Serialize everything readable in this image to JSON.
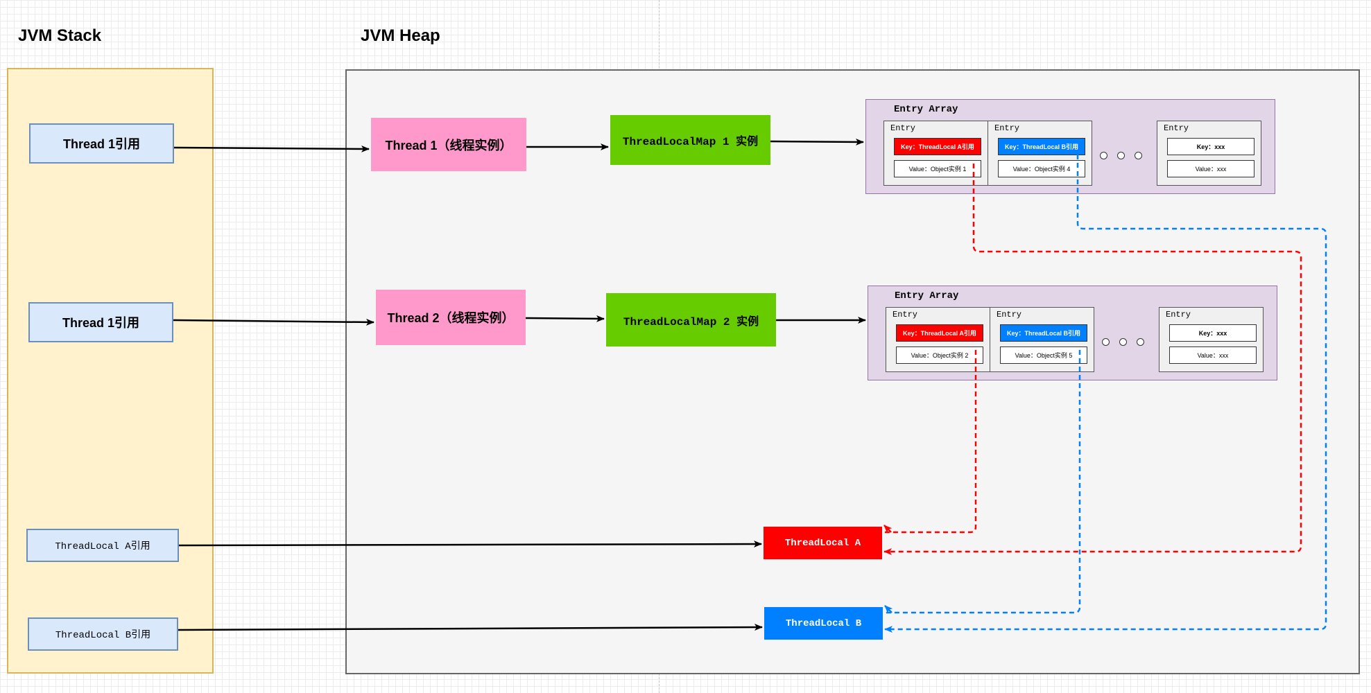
{
  "headers": {
    "stack": "JVM Stack",
    "heap": "JVM Heap"
  },
  "stack_refs": [
    "Thread 1引用",
    "Thread 1引用",
    "ThreadLocal A引用",
    "ThreadLocal B引用"
  ],
  "threads": [
    "Thread 1（线程实例）",
    "Thread 2（线程实例）"
  ],
  "maps": [
    "ThreadLocalMap 1 实例",
    "ThreadLocalMap 2 实例"
  ],
  "entry_array_label": "Entry Array",
  "entry_label": "Entry",
  "array1": {
    "entry_a": {
      "key": "Key：ThreadLocal A引用",
      "value": "Value：Object实例 1"
    },
    "entry_b": {
      "key": "Key：ThreadLocal B引用",
      "value": "Value：Object实例  4"
    },
    "entry_x": {
      "key": "Key：xxx",
      "value": "Value：xxx"
    }
  },
  "array2": {
    "entry_a": {
      "key": "Key：ThreadLocal A引用",
      "value": "Value：Object实例 2"
    },
    "entry_b": {
      "key": "Key：ThreadLocal B引用",
      "value": "Value：Object实例  5"
    },
    "entry_x": {
      "key": "Key：xxx",
      "value": "Value：xxx"
    }
  },
  "threadlocals": {
    "a": "ThreadLocal A",
    "b": "ThreadLocal B"
  },
  "colors": {
    "red": "#ff0000",
    "blue": "#007fff",
    "green": "#66cc00",
    "pink": "#ff99cc",
    "purple": "#e1d5e7",
    "yellow": "#fff2cc",
    "lightblue": "#dae8fc"
  }
}
